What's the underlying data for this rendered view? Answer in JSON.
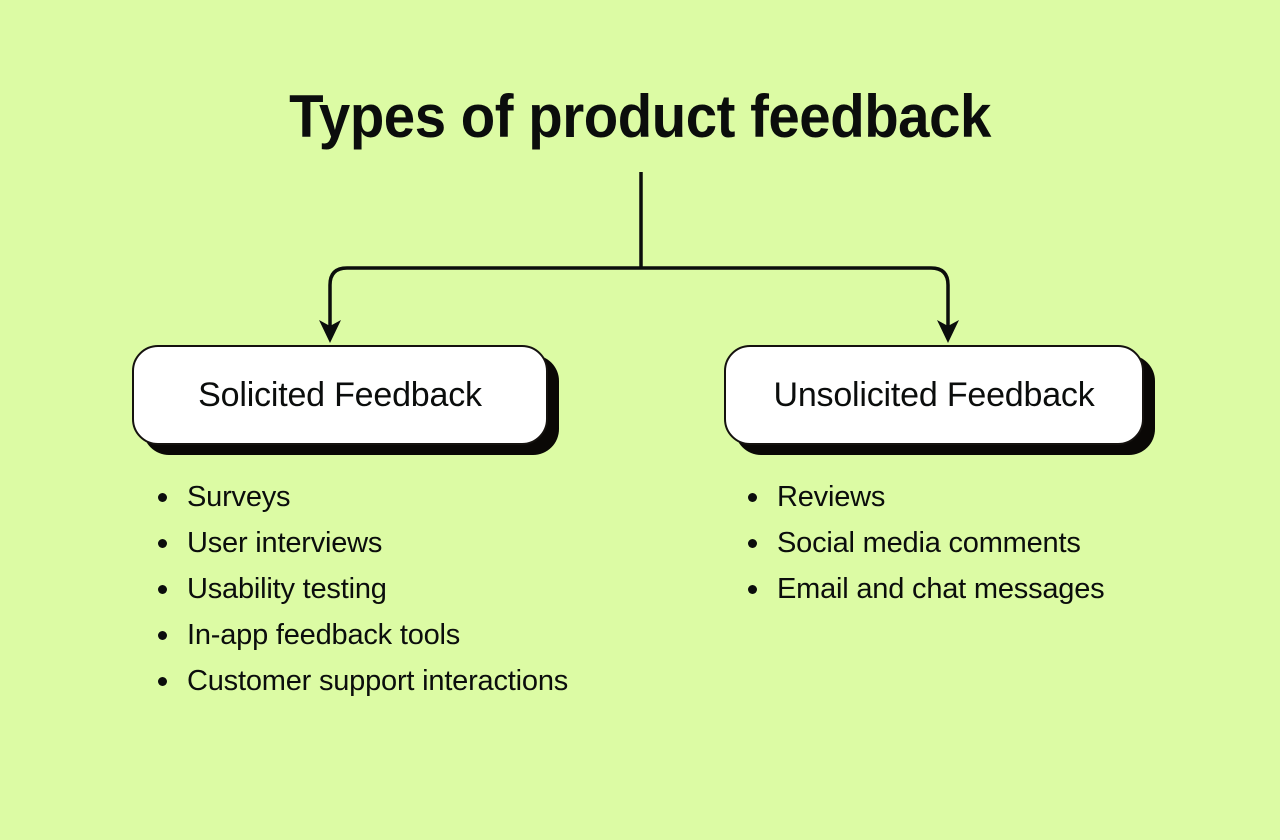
{
  "diagram": {
    "title": "Types of product feedback",
    "background_color": "#dcfba4",
    "text_color": "#0b0d0c",
    "node_fill_color": "#ffffff",
    "node_border_color": "#15120f",
    "shadow_color": "#0a0806",
    "connector": {
      "style": "orthogonal-split-arrows",
      "stem_label": "",
      "arrow_count": 2
    },
    "branches": [
      {
        "id": "solicited",
        "box_label": "Solicited Feedback",
        "items": [
          "Surveys",
          "User interviews",
          "Usability testing",
          "In-app feedback tools",
          "Customer support interactions"
        ]
      },
      {
        "id": "unsolicited",
        "box_label": "Unsolicited Feedback",
        "items": [
          "Reviews",
          "Social media comments",
          "Email and chat messages"
        ]
      }
    ]
  }
}
